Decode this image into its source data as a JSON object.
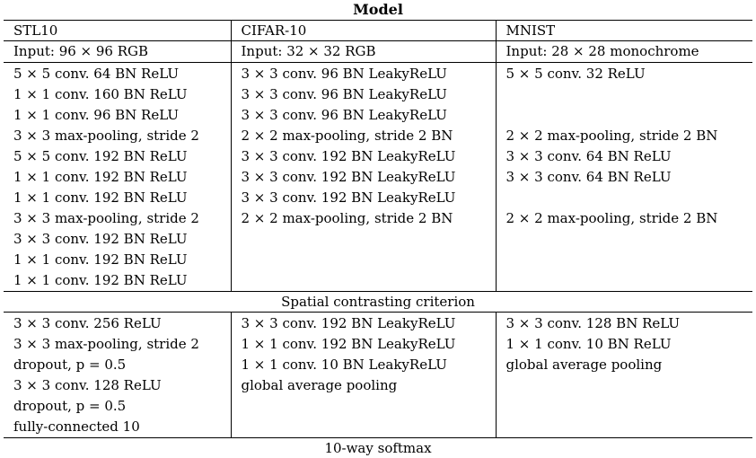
{
  "title": "Model",
  "columns": [
    "STL10",
    "CIFAR-10",
    "MNIST"
  ],
  "inputs": [
    "Input: 96 × 96 RGB",
    "Input: 32 × 32 RGB",
    "Input: 28 × 28 monochrome"
  ],
  "encoder": [
    [
      "5 × 5 conv. 64 BN ReLU",
      "1 × 1 conv. 160 BN ReLU",
      "1 × 1 conv. 96 BN ReLU",
      "3 × 3 max-pooling, stride 2",
      "5 × 5 conv. 192 BN ReLU",
      "1 × 1 conv. 192 BN ReLU",
      "1 × 1 conv. 192 BN ReLU",
      "3 × 3 max-pooling, stride 2",
      "3 × 3 conv. 192 BN ReLU",
      "1 × 1 conv. 192 BN ReLU",
      "1 × 1 conv. 192 BN ReLU"
    ],
    [
      "3 × 3 conv. 96 BN LeakyReLU",
      "3 × 3 conv. 96 BN LeakyReLU",
      "3 × 3 conv. 96 BN LeakyReLU",
      "2 × 2 max-pooling, stride 2 BN",
      "3 × 3 conv. 192 BN LeakyReLU",
      "3 × 3 conv. 192 BN LeakyReLU",
      "3 × 3 conv. 192 BN LeakyReLU",
      "2 × 2 max-pooling, stride 2 BN",
      "",
      "",
      ""
    ],
    [
      "5 × 5 conv. 32 ReLU",
      "",
      "",
      "2 × 2 max-pooling, stride 2 BN",
      "3 × 3 conv. 64 BN ReLU",
      "3 × 3 conv. 64 BN ReLU",
      "",
      "2 × 2 max-pooling, stride 2 BN",
      "",
      "",
      ""
    ]
  ],
  "middle_row": "Spatial contrasting criterion",
  "classifier": [
    [
      "3 × 3 conv. 256 ReLU",
      "3 × 3 max-pooling, stride 2",
      "dropout, p = 0.5",
      "3 × 3 conv. 128 ReLU",
      "dropout, p = 0.5",
      "fully-connected 10"
    ],
    [
      "3 × 3 conv. 192 BN LeakyReLU",
      "1 × 1 conv. 192 BN LeakyReLU",
      "1 × 1 conv. 10 BN LeakyReLU",
      "global average pooling",
      "",
      ""
    ],
    [
      "3 × 3 conv. 128 BN ReLU",
      "1 × 1 conv. 10 BN ReLU",
      "global average pooling",
      "",
      "",
      ""
    ]
  ],
  "footer": "10-way softmax"
}
